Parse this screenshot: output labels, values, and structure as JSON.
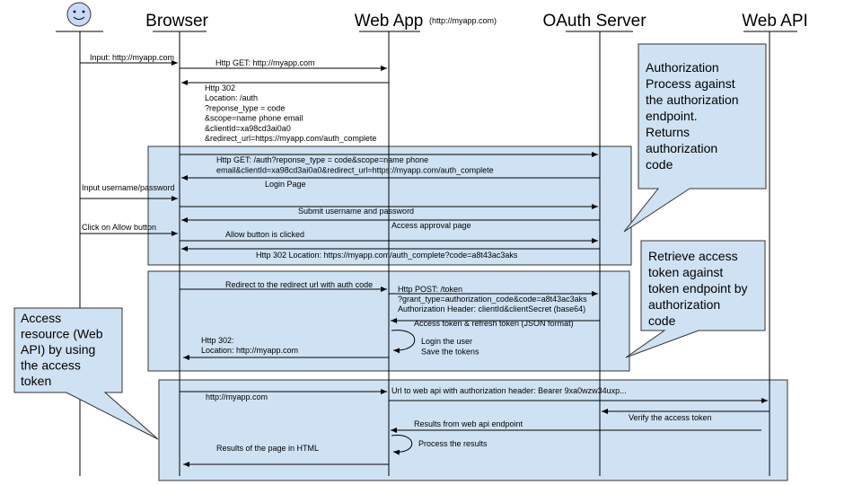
{
  "actors": {
    "user": "",
    "browser": "Browser",
    "webapp": "Web App",
    "webapp_sub": "(http://myapp.com)",
    "oauth": "OAuth Server",
    "webapi": "Web API"
  },
  "messages": {
    "m1": "Input: http://myapp.com",
    "m2": "Http GET: http://myapp.com",
    "m3": [
      "Http 302",
      "Location: /auth",
      "?reponse_type = code",
      "&scope=name phone email",
      "&clientId=xa98cd3ai0a0",
      "&redirect_url=https://myapp.com/auth_complete"
    ],
    "m4": [
      "Http GET: /auth?reponse_type = code&scope=name phone",
      "email&clientId=xa98cd3ai0a0&redirect_url=https://myapp.com/auth_complete"
    ],
    "m5": "Login Page",
    "m6": "Input username/password",
    "m7": "Submit username and password",
    "m8": "Access approval page",
    "m9": "Click on Allow button",
    "m10": "Allow button is clicked",
    "m11": "Http 302 Location: https://myapp.com/auth_complete?code=a8t43ac3aks",
    "m12": "Redirect to the redirect url with auth code",
    "m13": [
      "Http POST: /token",
      "?grant_type=authorization_code&code=a8t43ac3aks",
      "Authorization Header: clientId&clientSecret (base64)"
    ],
    "m14": "Access token & refresh token (JSON format)",
    "m15": [
      "Login the user",
      "Save the tokens"
    ],
    "m16": [
      "Http 302:",
      "Location: http://myapp.com"
    ],
    "m17": "http://myapp.com",
    "m18": "Url to web api with authorization header: Bearer 9xa0wzw34uxp...",
    "m19": "Verify the access token",
    "m20": "Results from web api endpoint",
    "m21": "Process the results",
    "m22": "Results of the page in HTML"
  },
  "notes": {
    "authorization": [
      "Authorization",
      "Process against",
      "the authorization",
      "endpoint.",
      "Returns",
      "authorization",
      "code"
    ],
    "token": [
      "Retrieve access",
      "token against",
      "token endpoint by",
      "authorization",
      "code"
    ],
    "resource": [
      "Access",
      "resource (Web",
      "API) by using",
      "the access",
      "token"
    ]
  },
  "colors": {
    "box_fill": "#cfe2f3",
    "box_stroke": "#333333",
    "line": "#000000",
    "face": "#c9daf8"
  }
}
